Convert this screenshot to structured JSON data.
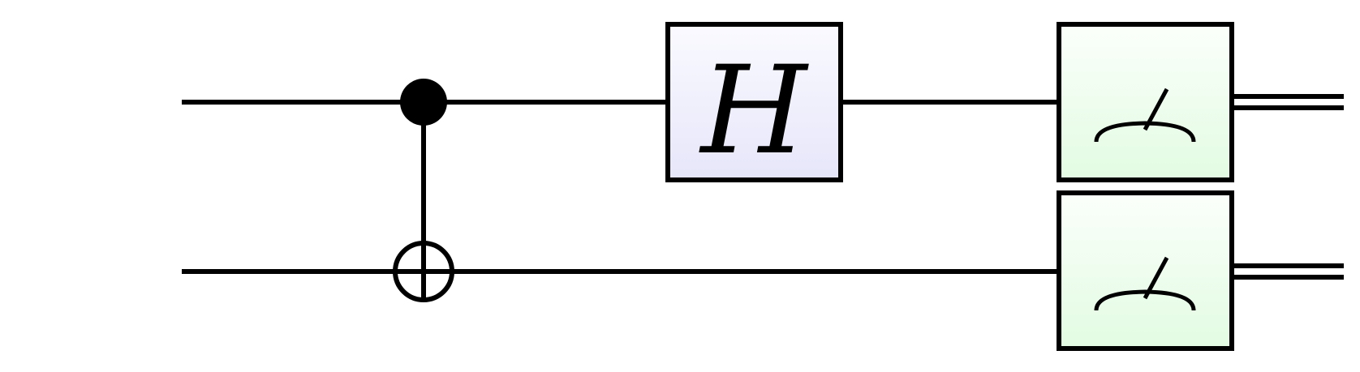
{
  "diagram": {
    "type": "quantum-circuit",
    "qubits": [
      {
        "id": "q0"
      },
      {
        "id": "q1"
      }
    ],
    "gates": [
      {
        "type": "cnot",
        "control": "q0",
        "target": "q1"
      },
      {
        "type": "hadamard",
        "qubit": "q0",
        "label": "H"
      },
      {
        "type": "measure",
        "qubit": "q0"
      },
      {
        "type": "measure",
        "qubit": "q1"
      }
    ],
    "outputs": "classical-double-wire",
    "colors": {
      "wire": "#000000",
      "hadamard_fill_top": "#fafaff",
      "hadamard_fill_bottom": "#e6e6fa",
      "measure_fill_top": "#fbfffb",
      "measure_fill_bottom": "#e2fbe2"
    }
  }
}
